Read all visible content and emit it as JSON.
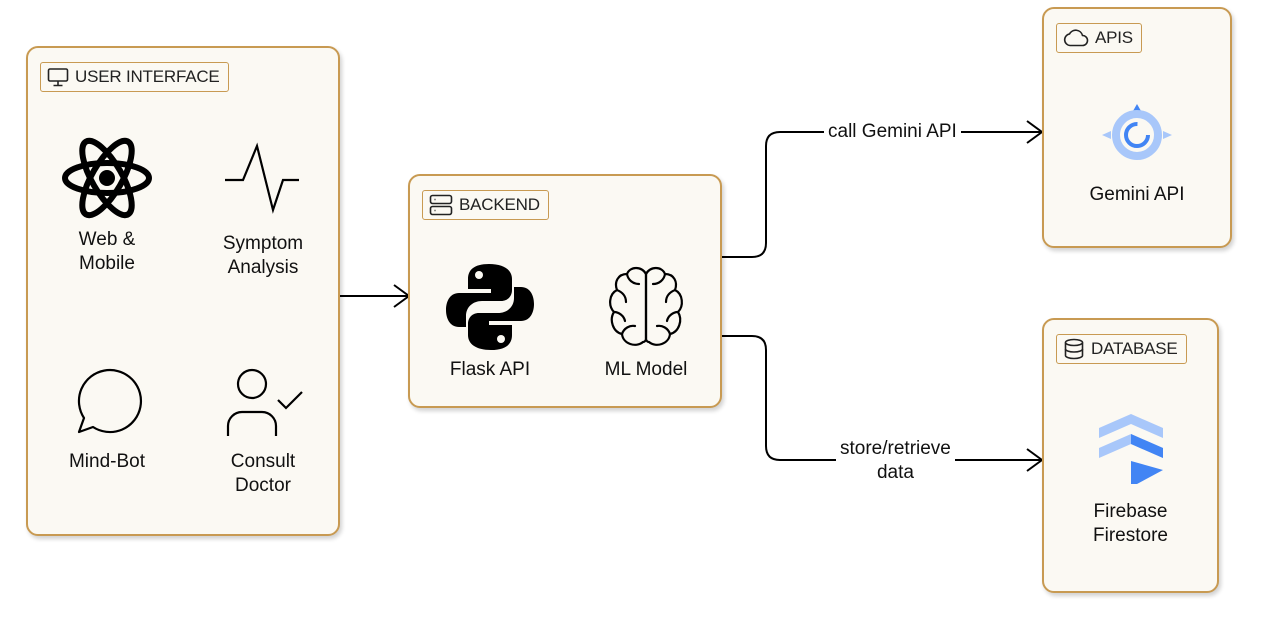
{
  "user_interface": {
    "title": "USER INTERFACE",
    "icon": "monitor-icon",
    "items": [
      {
        "label": "Web &\nMobile",
        "icon": "react-atom-icon"
      },
      {
        "label": "Symptom\nAnalysis",
        "icon": "pulse-icon"
      },
      {
        "label": "Mind-Bot",
        "icon": "chat-bubble-icon"
      },
      {
        "label": "Consult\nDoctor",
        "icon": "user-check-icon"
      }
    ]
  },
  "backend": {
    "title": "BACKEND",
    "icon": "server-icon",
    "items": [
      {
        "label": "Flask API",
        "icon": "python-icon"
      },
      {
        "label": "ML Model",
        "icon": "brain-icon"
      }
    ]
  },
  "apis": {
    "title": "APIS",
    "icon": "cloud-icon",
    "items": [
      {
        "label": "Gemini API",
        "icon": "gemini-engine-icon"
      }
    ]
  },
  "database": {
    "title": "DATABASE",
    "icon": "database-icon",
    "items": [
      {
        "label": "Firebase\nFirestore",
        "icon": "firestore-icon"
      }
    ]
  },
  "edges": {
    "call_gemini": "call Gemini API",
    "store_retrieve": "store/retrieve\ndata"
  },
  "colors": {
    "box_border": "#c89a52",
    "box_fill": "#fbf9f3",
    "google_blue": "#4285f4",
    "google_light_blue": "#a8c7fa"
  }
}
